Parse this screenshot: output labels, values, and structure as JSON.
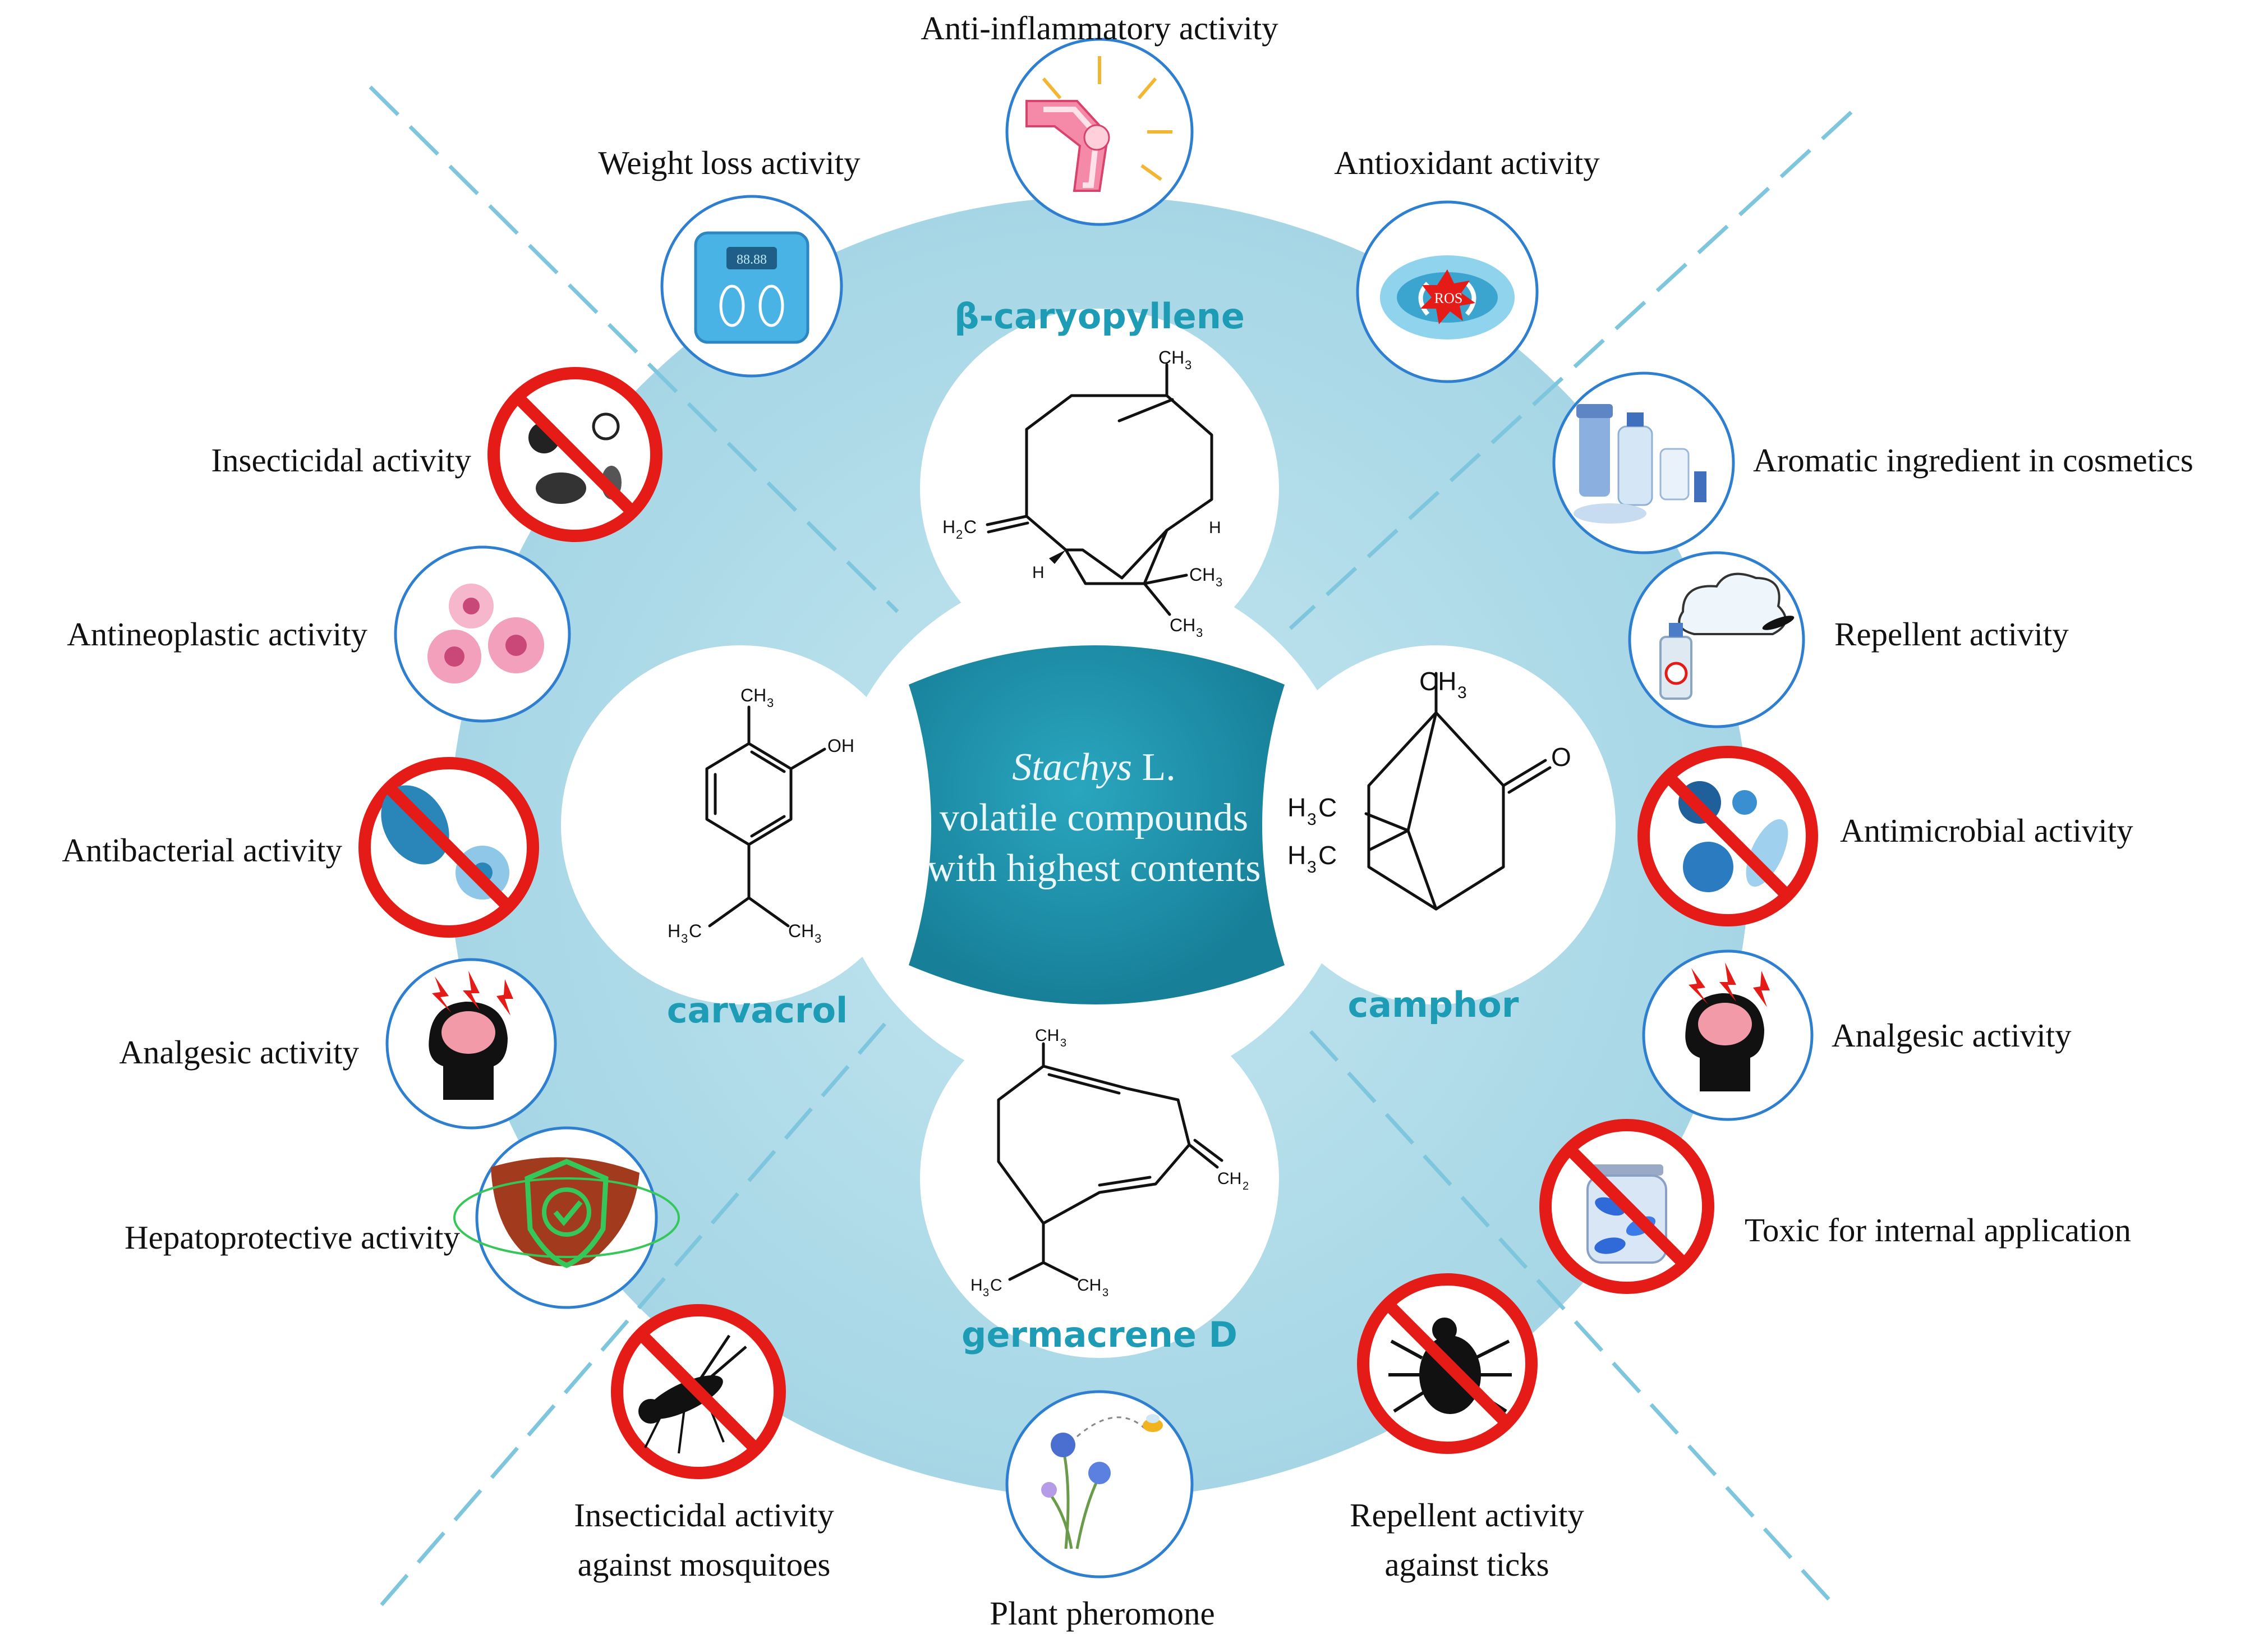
{
  "colors": {
    "ring": "#a9d8e6",
    "ring_inner": "#b9e0ec",
    "center": "#1e8fa8",
    "compound_label": "#1e9cb5",
    "divider": "#7ec6dd",
    "ban_red": "#e41b17",
    "icon_border": "#2f7fd1"
  },
  "center": {
    "line1_italic": "Stachys",
    "line1_rest": " L.",
    "line2": "volatile compounds",
    "line3": "with highest contents"
  },
  "compounds": {
    "top": "β-caryopyllene",
    "left": "carvacrol",
    "right": "camphor",
    "bottom": "germacrene D"
  },
  "chem_labels": {
    "ch3": "CH",
    "sub3": "3",
    "h2c": "H",
    "sub2": "2",
    "c": "C",
    "h": "H",
    "oh": "OH",
    "o": "O",
    "ch2": "CH",
    "h3c": "H",
    "h3c_c": "C"
  },
  "activities": {
    "anti_inflammatory": "Anti-inflammatory activity",
    "weight_loss": "Weight loss activity",
    "antioxidant": "Antioxidant activity",
    "insecticidal": "Insecticidal activity",
    "antineoplastic": "Antineoplastic activity",
    "antibacterial": "Antibacterial activity",
    "analgesic_left": "Analgesic activity",
    "hepatoprotective": "Hepatoprotective activity",
    "mosquito_line1": "Insecticidal activity",
    "mosquito_line2": "against mosquitoes",
    "pheromone": "Plant pheromone",
    "ticks_line1": "Repellent activity",
    "ticks_line2": "against ticks",
    "toxic": "Toxic for internal application",
    "analgesic_right": "Analgesic activity",
    "antimicrobial": "Antimicrobial activity",
    "repellent": "Repellent activity",
    "cosmetics": "Aromatic ingredient in cosmetics"
  },
  "icon_texts": {
    "scale_display": "88.88",
    "ros": "ROS"
  }
}
